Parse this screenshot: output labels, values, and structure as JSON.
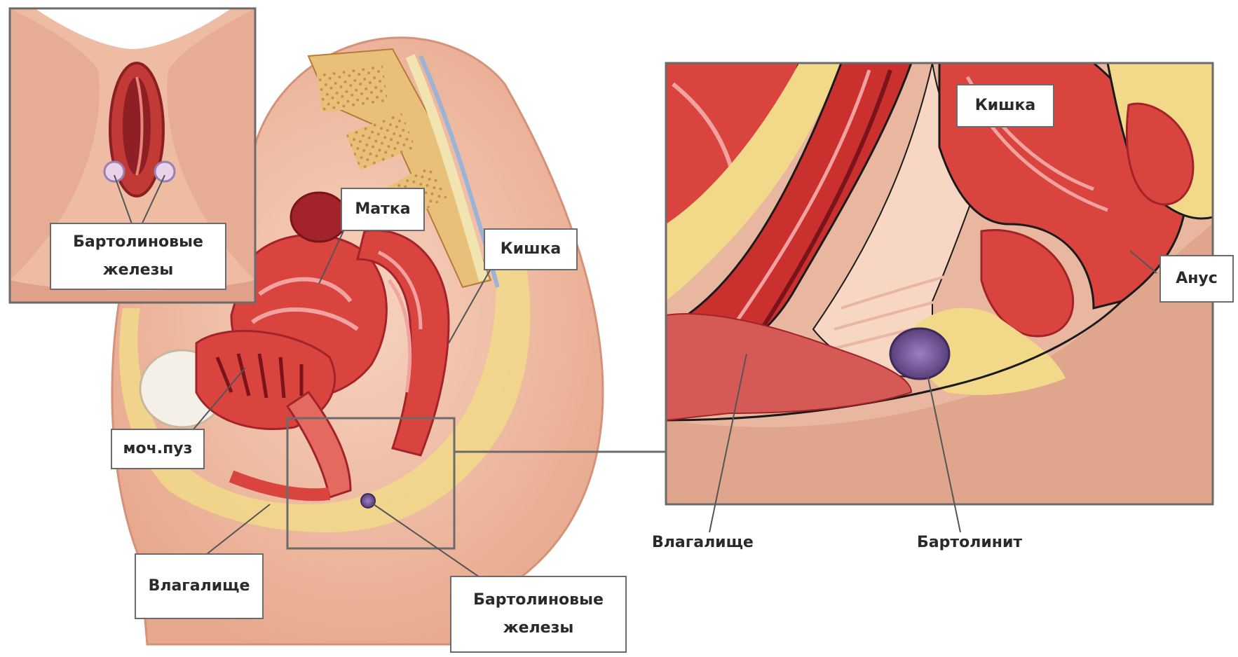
{
  "labels": {
    "inset_glands": [
      "Бартолиновые",
      "железы"
    ],
    "uterus": "Матка",
    "intestine_left": "Кишка",
    "bladder": "моч.пуз",
    "vagina_left": "Влагалище",
    "glands_bottom": [
      "Бартолиновые",
      "железы"
    ],
    "intestine_right": "Кишка",
    "anus": "Анус",
    "vagina_right": "Влагалище",
    "bartholinitis": "Бартолинит"
  },
  "colors": {
    "skin": "#f2c1a8",
    "skin_dark": "#e3a38a",
    "muscle": "#d9443f",
    "muscle_dark": "#a3232a",
    "fat": "#f2d98a",
    "cyst": "#7b5a9a",
    "frame": "#6b6b6b"
  }
}
